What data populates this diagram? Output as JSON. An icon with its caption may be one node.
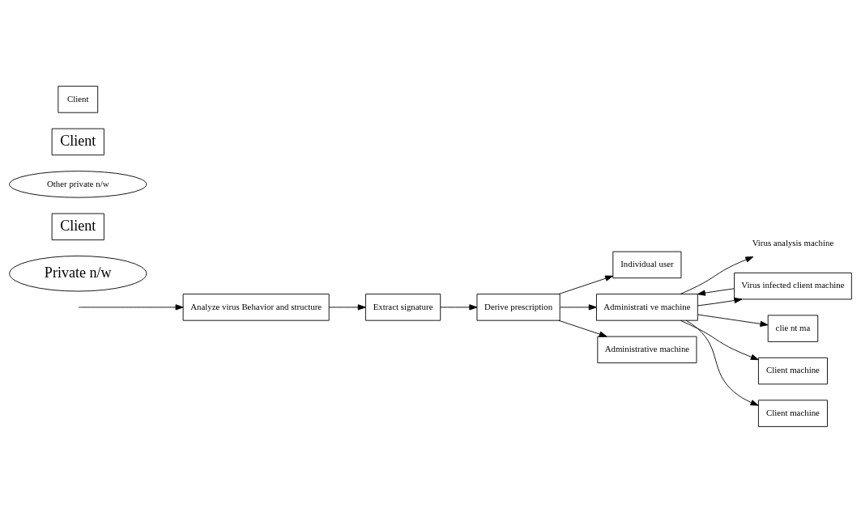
{
  "diagram": {
    "nodes": [
      {
        "text": [
          "Analyze virus Behavior and structure"
        ]
      },
      {
        "text": [
          "Extract signature"
        ]
      },
      {
        "text": [
          "Derive prescription"
        ]
      },
      {
        "text": [
          "Individual user"
        ]
      },
      {
        "text": [
          "Virus analysis machine"
        ]
      },
      {
        "text": [
          "Administrati ve machine"
        ]
      },
      {
        "text": [
          "Virus infected client machine"
        ]
      },
      {
        "text": [
          "clie nt ma"
        ]
      },
      {
        "text": [
          "Private n/w"
        ]
      },
      {
        "text": [
          "Client machine"
        ]
      },
      {
        "text": [
          "Client machine"
        ]
      },
      {
        "text": [
          "Administrative machine"
        ]
      },
      {
        "text": [
          "Client"
        ]
      },
      {
        "text": [
          "Other private n/w"
        ]
      },
      {
        "text": [
          "Client"
        ]
      },
      {
        "text": [
          "Client"
        ]
      }
    ],
    "edges": [
      {
        "from": null,
        "to": 0,
        "arrow": "to"
      },
      {
        "from": 0,
        "to": 1,
        "arrow": "to"
      },
      {
        "from": 1,
        "to": 2,
        "arrow": "to"
      },
      {
        "from": 2,
        "to": 5,
        "arrow": "to"
      },
      {
        "from": 5,
        "to": 4,
        "arrow": "to"
      },
      {
        "from": 6,
        "to": 5,
        "arrow": "to"
      },
      {
        "from": 5,
        "to": 6,
        "arrow": "to"
      },
      {
        "from": 5,
        "to": 7,
        "arrow": "to"
      },
      {
        "from": 5,
        "to": 9,
        "arrow": "to"
      },
      {
        "from": 5,
        "to": 10,
        "arrow": "to"
      },
      {
        "from": 2,
        "to": 11,
        "arrow": "to"
      },
      {
        "from": 2,
        "to": 3,
        "arrow": "to"
      }
    ]
  }
}
